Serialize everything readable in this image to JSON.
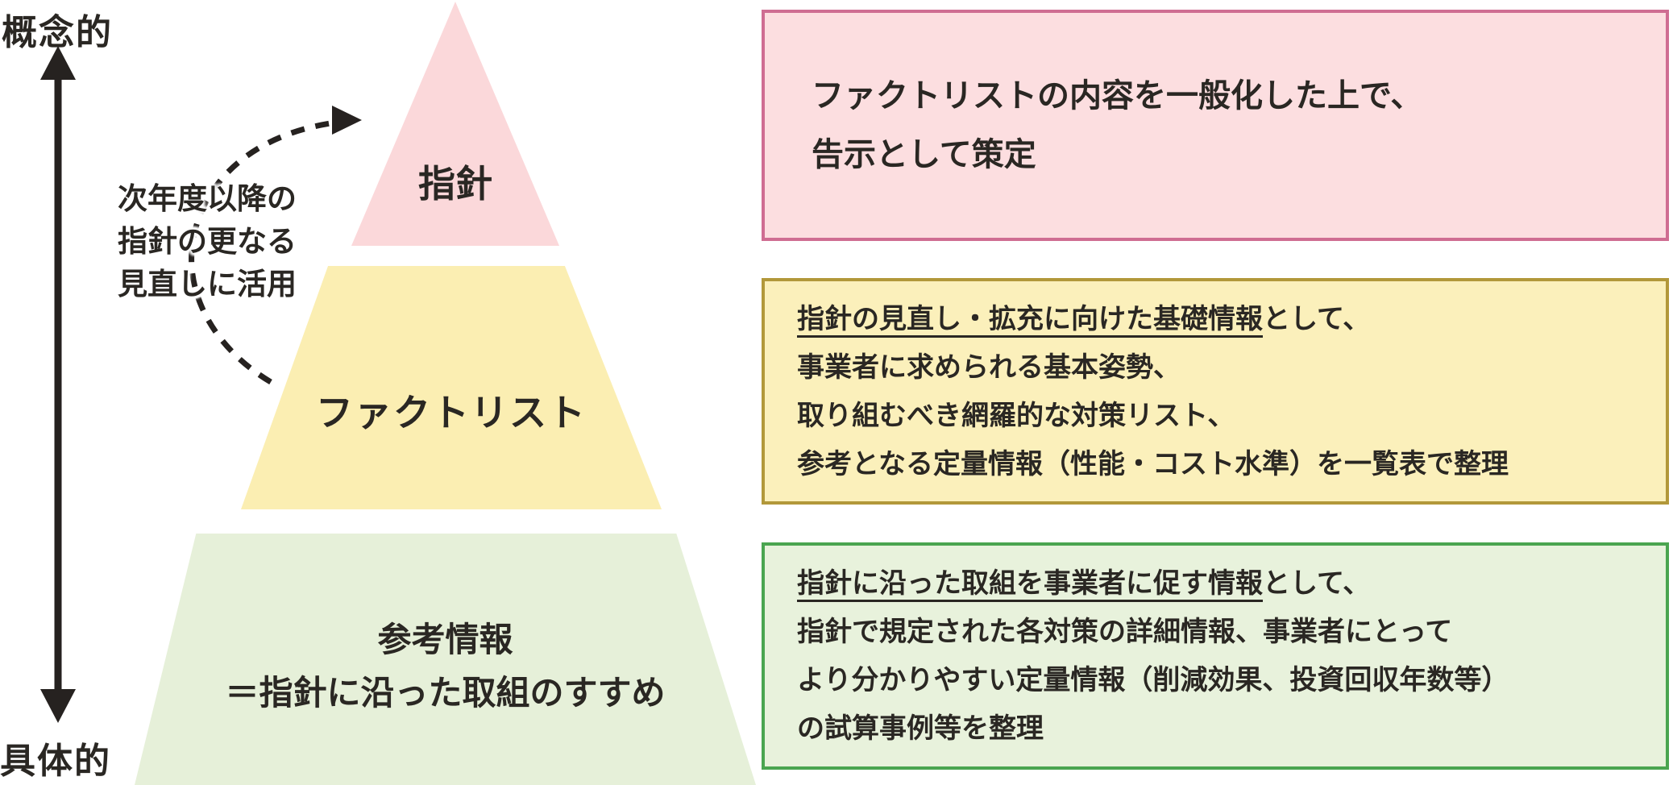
{
  "axis": {
    "top_label": "概念的",
    "bottom_label": "具体的"
  },
  "cycle_note": {
    "lines": [
      "次年度以降の",
      "指針の更なる",
      "見直しに活用"
    ]
  },
  "pyramid": {
    "top_label": "指針",
    "middle_label": "ファクトリスト",
    "bottom_label_line1": "参考情報",
    "bottom_label_line2": "＝指針に沿った取組のすすめ",
    "colors": {
      "top_fill": "#fbd8da",
      "middle_fill": "#fbeeb2",
      "bottom_fill": "#e6f0d9"
    }
  },
  "pink_box": {
    "line1": "ファクトリストの内容を一般化した上で、",
    "line2": "告示として策定",
    "fill": "#fcdee0",
    "border": "#cf6d92"
  },
  "yellow_box": {
    "line1_underline": "指針の見直し・拡充に向けた基礎情報",
    "line1_rest": "として、",
    "line2": "事業者に求められる基本姿勢、",
    "line3": "取り組むべき網羅的な対策リスト、",
    "line4": "参考となる定量情報（性能・コスト水準）を一覧表で整理",
    "fill": "#fbf0bb",
    "border": "#b2983a"
  },
  "green_box": {
    "line1_underline": "指針に沿った取組を事業者に促す情報",
    "line1_rest": "として、",
    "line2": "指針で規定された各対策の詳細情報、事業者にとって",
    "line3": "より分かりやすい定量情報（削減効果、投資回収年数等）",
    "line4": "の試算事例等を整理",
    "fill": "#e8f2dc",
    "border": "#4aa550"
  },
  "ink_color": "#2a2723"
}
